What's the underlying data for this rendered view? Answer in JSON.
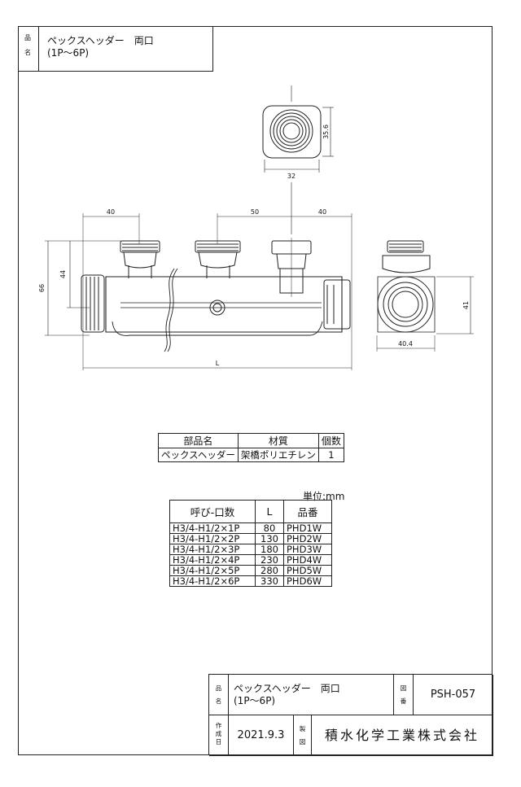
{
  "header": {
    "label_chars": [
      "品",
      "名"
    ],
    "product_line1": "ペックスヘッダー　両口",
    "product_line2": "(1P〜6P)"
  },
  "dimensions": {
    "top_view_height": "35.6",
    "top_view_width": "32",
    "pitch_left": "40",
    "pitch_middle": "50",
    "pitch_right": "40",
    "height_inner": "44",
    "height_total": "66",
    "length": "L",
    "side_height": "41",
    "side_width": "40.4"
  },
  "parts_table": {
    "headers": [
      "部品名",
      "材質",
      "個数"
    ],
    "rows": [
      [
        "ペックスヘッダー",
        "架橋ポリエチレン",
        "1"
      ]
    ]
  },
  "size_table": {
    "unit": "単位:mm",
    "headers": [
      "呼び-口数",
      "L",
      "品番"
    ],
    "rows": [
      [
        "H3/4-H1/2×1P",
        "80",
        "PHD1W"
      ],
      [
        "H3/4-H1/2×2P",
        "130",
        "PHD2W"
      ],
      [
        "H3/4-H1/2×3P",
        "180",
        "PHD3W"
      ],
      [
        "H3/4-H1/2×4P",
        "230",
        "PHD4W"
      ],
      [
        "H3/4-H1/2×5P",
        "280",
        "PHD5W"
      ],
      [
        "H3/4-H1/2×6P",
        "330",
        "PHD6W"
      ]
    ]
  },
  "title_block": {
    "name_label": [
      "品",
      "名"
    ],
    "product_line1": "ペックスヘッダー　両口",
    "product_line2": "(1P〜6P)",
    "drawing_no_label": [
      "図",
      "番"
    ],
    "drawing_no": "PSH-057",
    "created_label": [
      "作",
      "成",
      "日"
    ],
    "created_date": "2021.9.3",
    "maker_label": [
      "製",
      "図"
    ],
    "company": "積水化学工業株式会社"
  }
}
